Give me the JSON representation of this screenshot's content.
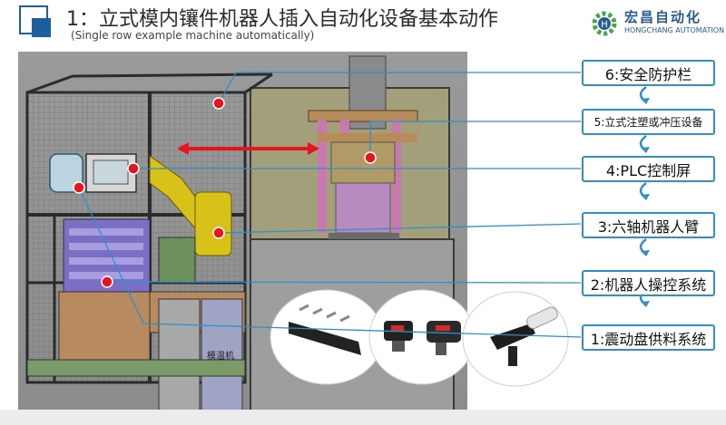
{
  "header": {
    "title": "1：立式模内镶件机器人插入自动化设备基本动作",
    "subtitle": "(Single row example machine automatically)"
  },
  "brand": {
    "name_cn": "宏昌自动化",
    "name_en": "HONGCHANG AUTOMATION"
  },
  "labels": [
    {
      "id": 6,
      "text": "6:安全防护栏"
    },
    {
      "id": 5,
      "text": "5:立式注塑或冲压设备"
    },
    {
      "id": 4,
      "text": "4:PLC控制屏"
    },
    {
      "id": 3,
      "text": "3:六轴机器人臂"
    },
    {
      "id": 2,
      "text": "2:机器人操控系统"
    },
    {
      "id": 1,
      "text": "1:震动盘供料系统"
    }
  ],
  "machine_text": "模温机",
  "colors": {
    "accent_blue": "#2f8fc9",
    "marker_red": "#e8141c",
    "robot_yellow": "#d8c21a",
    "frame_dark": "#2b2b2b"
  }
}
